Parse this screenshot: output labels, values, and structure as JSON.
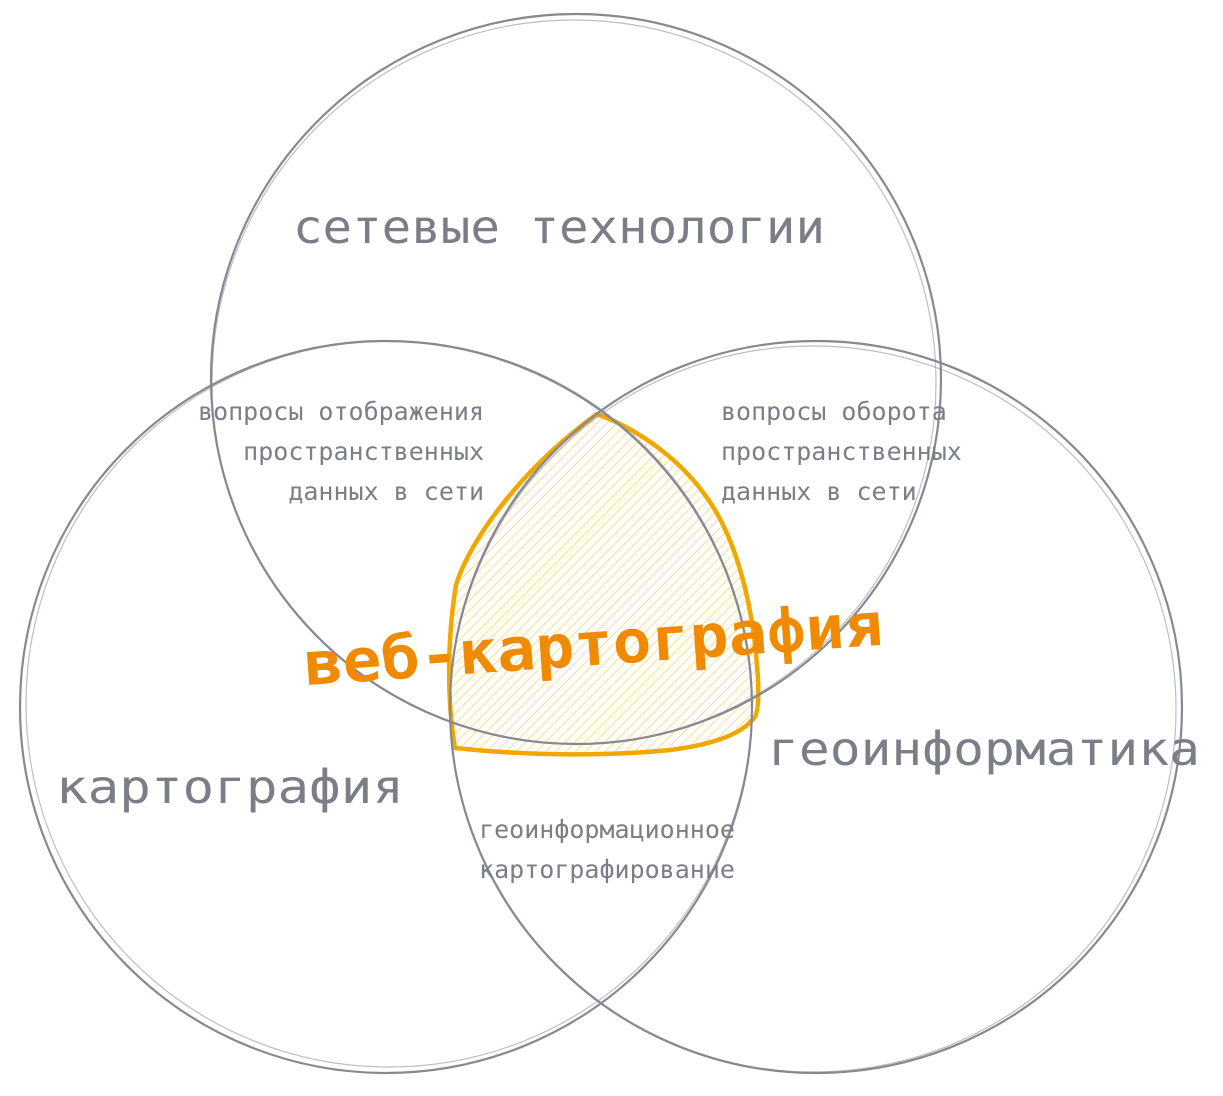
{
  "diagram": {
    "circles": {
      "top": "сетевые технологии",
      "left": "картография",
      "right": "геоинформатика"
    },
    "overlaps": {
      "top_left": [
        "вопросы отображения",
        "пространственных",
        "данных в сети"
      ],
      "top_right": [
        "вопросы оборота",
        "пространственных",
        "данных в сети"
      ],
      "left_right": [
        "геоинформационное",
        "картографирование"
      ]
    },
    "center": "веб-картография",
    "colors": {
      "outline": "#868991",
      "text": "#7b7e86",
      "accent": "#f08a00",
      "accent_fill": "#f5d142"
    }
  }
}
